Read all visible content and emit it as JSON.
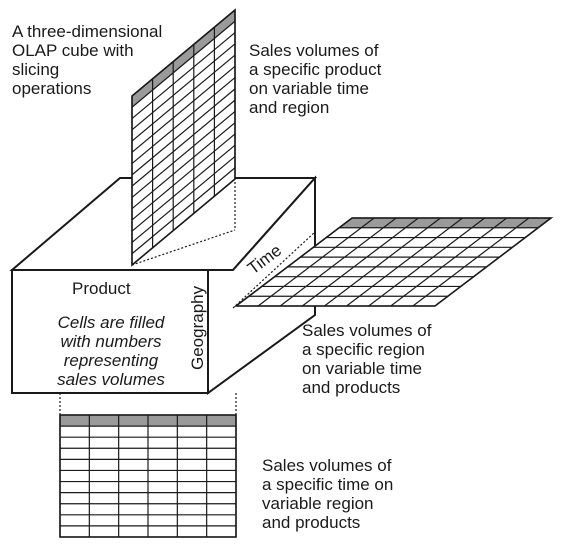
{
  "title": "A three-dimensional\nOLAP cube with\nslicing\noperations",
  "cube": {
    "front_label": "Product",
    "side_label": "Geography",
    "top_label": "Time",
    "cells_note": "Cells are filled\nwith numbers\nrepresenting\nsales volumes"
  },
  "slices": {
    "product": "Sales volumes of\na specific product\non variable time\nand region",
    "region": "Sales volumes of\na specific region\non variable time\nand products",
    "time": "Sales volumes of\na specific time on\nvariable region\nand products"
  },
  "colors": {
    "line": "#1a1a1a",
    "header_fill": "#9a9a9a",
    "background": "#ffffff"
  }
}
